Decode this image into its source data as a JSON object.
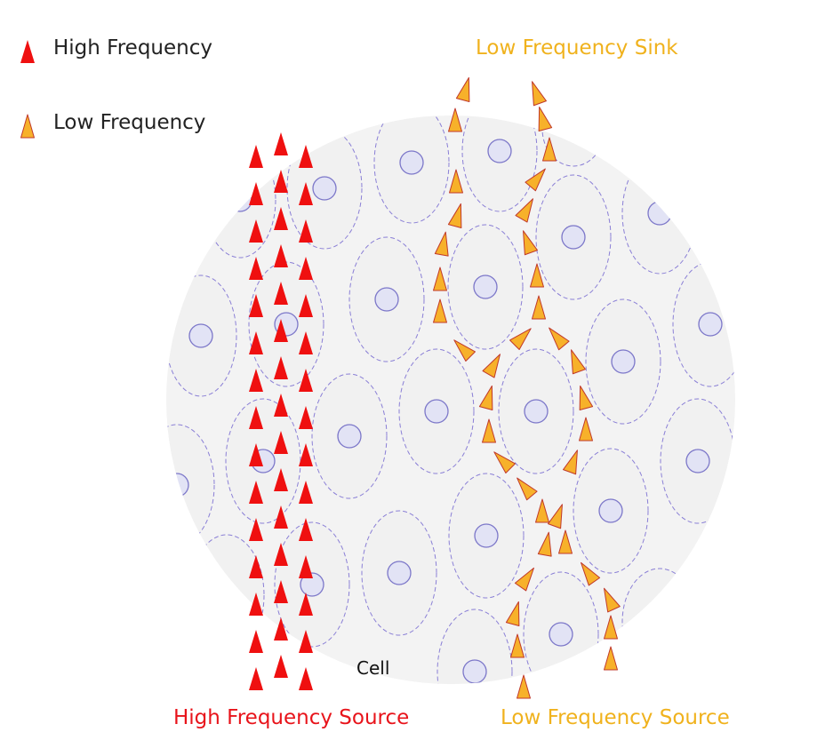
{
  "legend": [
    {
      "label": "High Frequency",
      "marker": "red-triangle"
    },
    {
      "label": "Low Frequency",
      "marker": "orange-triangle"
    }
  ],
  "labels": {
    "high_source": "High Frequency Source",
    "low_source": "Low Frequency Source",
    "low_sink": "Low Frequency Sink",
    "cell": "Cell"
  },
  "colors": {
    "high": "#ef1010",
    "low": "#f7b12a",
    "low_stroke": "#c0392b",
    "cell_fill": "#f1f1f1",
    "cell_border": "#8a7fd6",
    "nucleus_fill": "#e2e3f5",
    "nucleus_stroke": "#7c77c9"
  }
}
